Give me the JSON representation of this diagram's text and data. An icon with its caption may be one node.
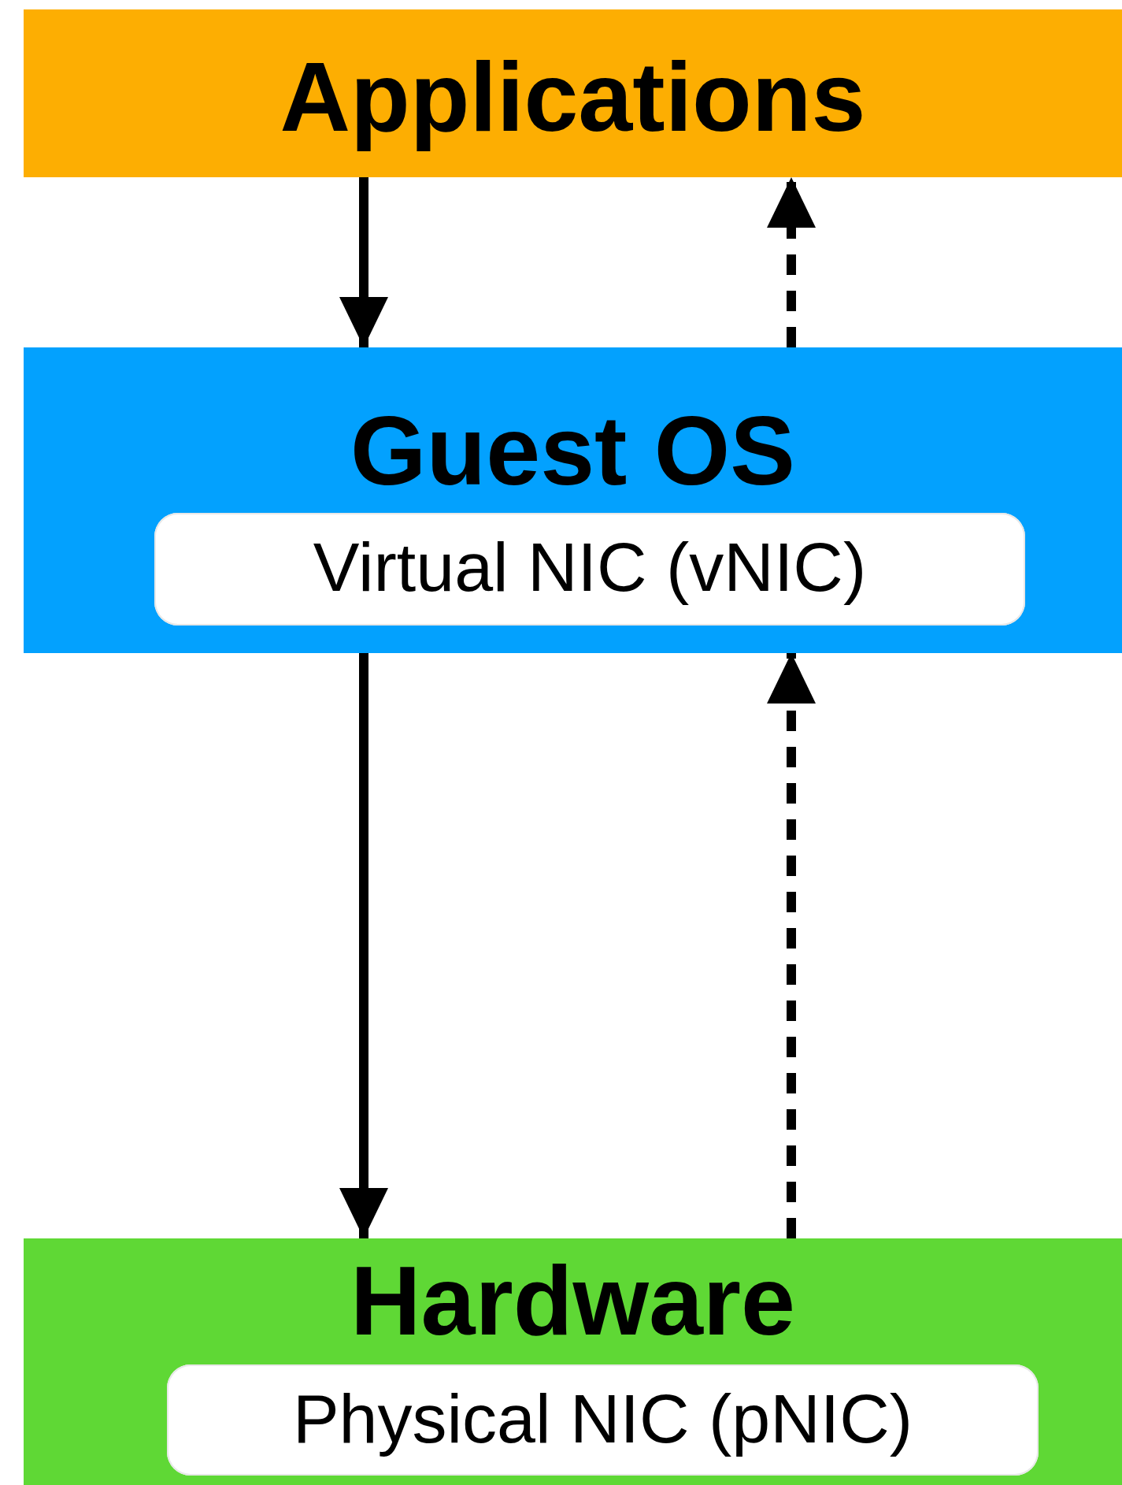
{
  "diagram": {
    "nodes": [
      {
        "text": [
          "Applications"
        ]
      },
      {
        "text": [
          "Guest OS"
        ]
      },
      {
        "text": [
          "Virtual NIC (vNIC)"
        ],
        "in": 1
      },
      {
        "text": [
          "Hardware"
        ]
      },
      {
        "text": [
          "Physical NIC (pNIC)"
        ],
        "in": 3
      }
    ],
    "edges": [
      {
        "from": 0,
        "to": 1,
        "arrow": "to"
      },
      {
        "from": 1,
        "to": 0,
        "arrow": "to",
        "style": "dashed"
      },
      {
        "from": 1,
        "to": 3,
        "arrow": "to"
      },
      {
        "from": 3,
        "to": 1,
        "arrow": "to",
        "style": "dashed"
      }
    ]
  }
}
